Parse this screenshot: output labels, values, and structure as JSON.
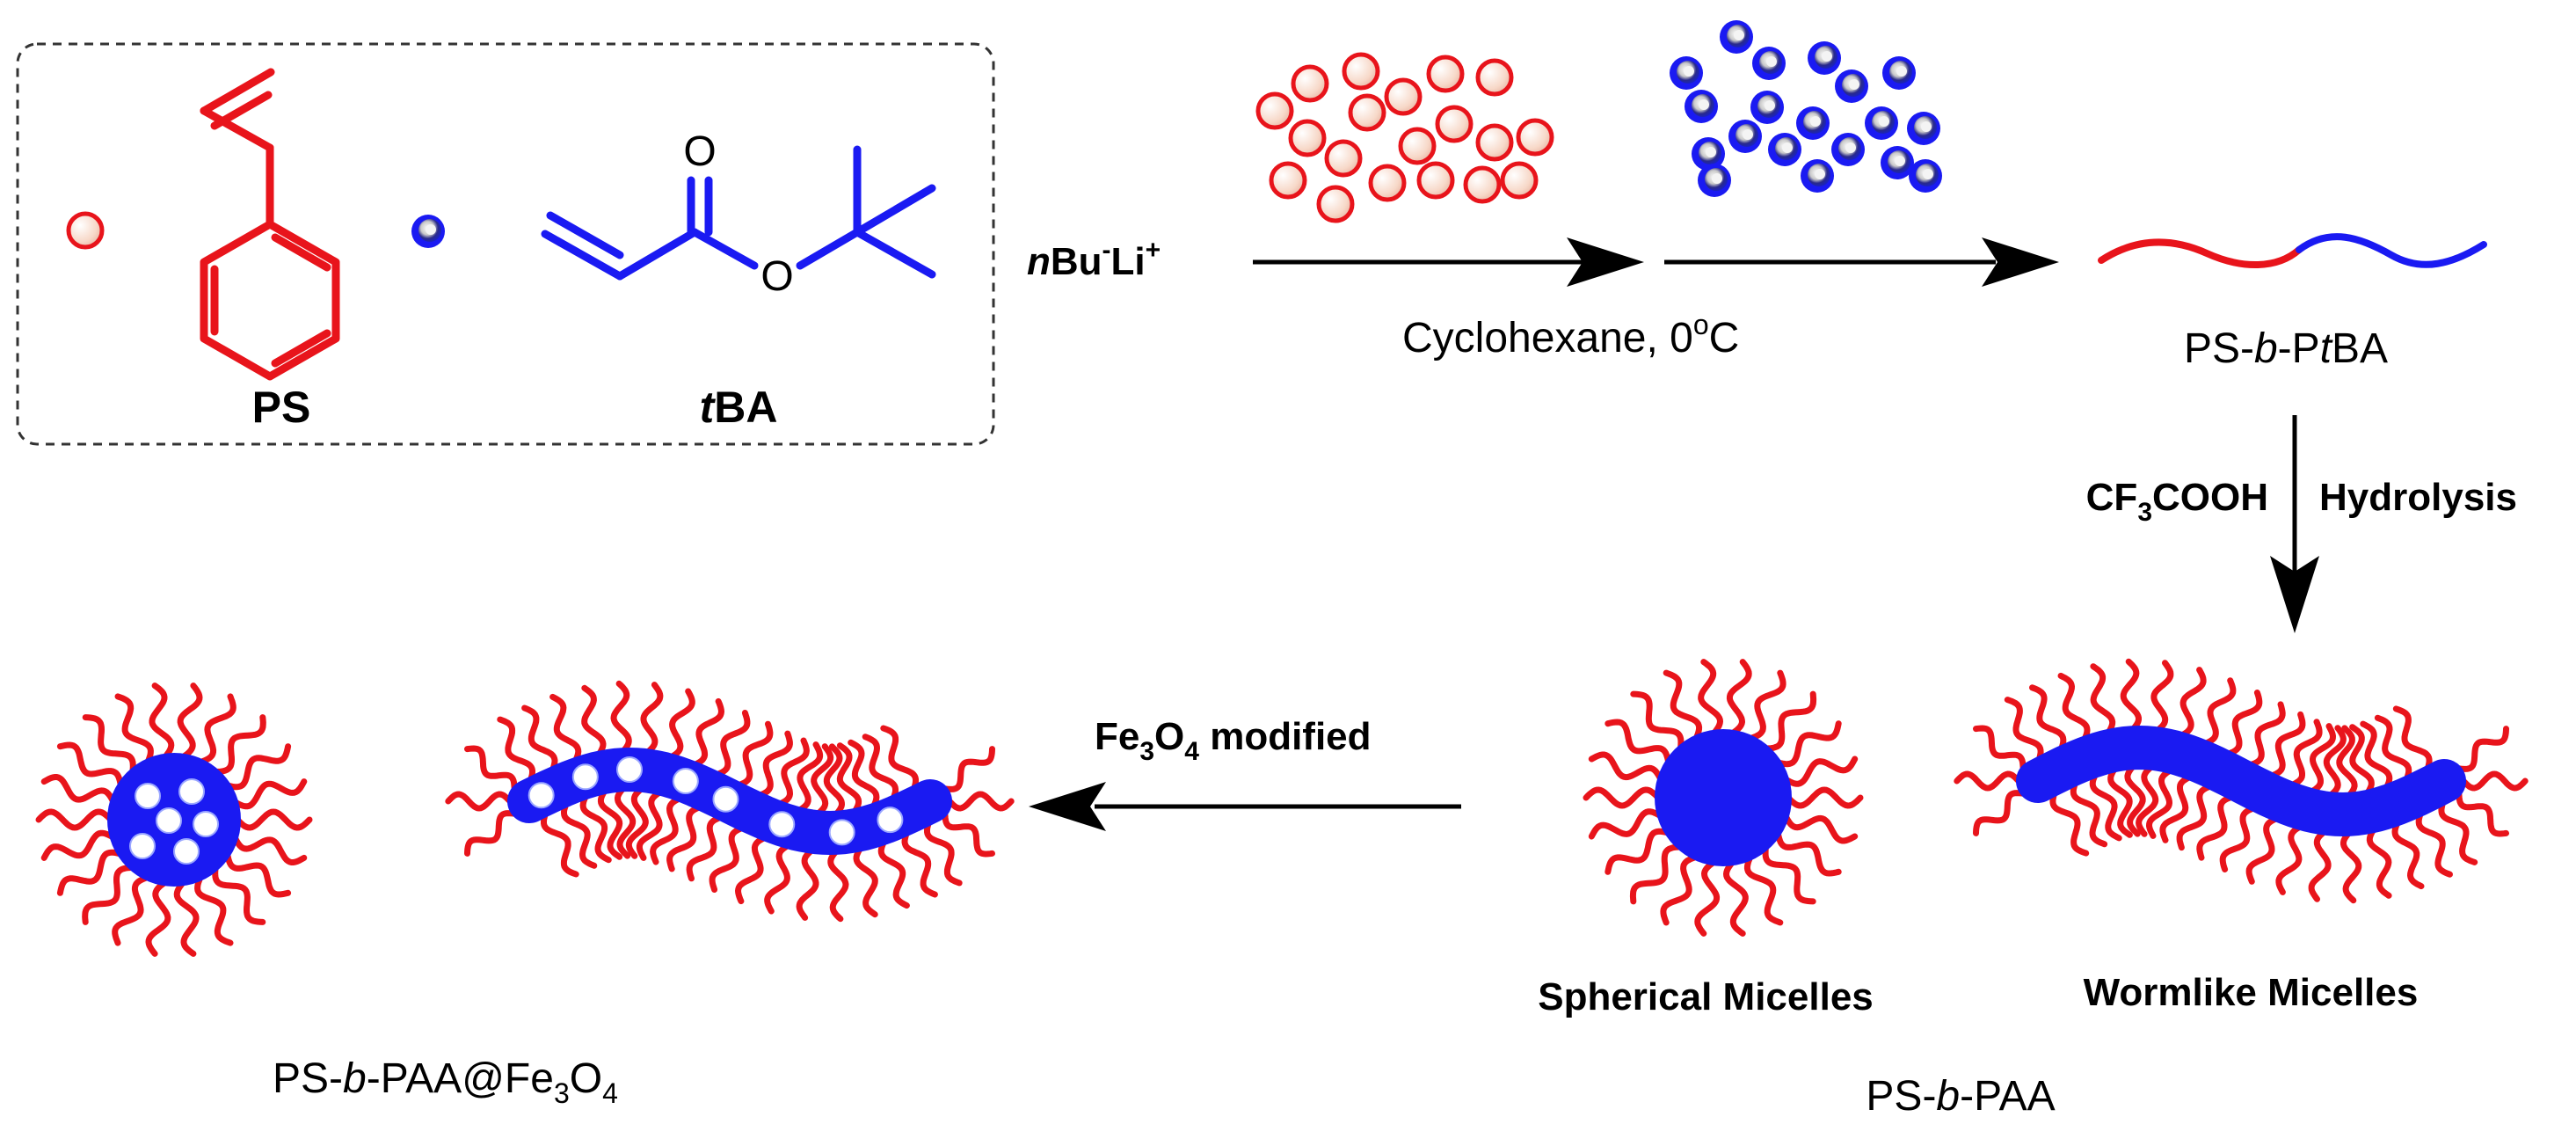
{
  "colors": {
    "red": "#e8141b",
    "blue": "#1a1af2",
    "black": "#000000",
    "bead_red_fill": "#fbe6dc",
    "bead_blue_fill": "#1722c9",
    "white": "#ffffff"
  },
  "monomers": {
    "ps_label": "PS",
    "tba_prefix": "t",
    "tba_suffix": "BA",
    "o_atom": "O"
  },
  "initiator": {
    "n": "n",
    "bu": "Bu",
    "minus": "-",
    "li": "Li",
    "plus": "+"
  },
  "reaction": {
    "solvent": "Cyclohexane, 0",
    "degree": "o",
    "celsius": "C"
  },
  "copolymer": {
    "ps": "PS-",
    "b": "b",
    "ptba_p": "-P",
    "t": "t",
    "ba": "BA"
  },
  "hydrolysis": {
    "cf": "CF",
    "three": "3",
    "cooh": "COOH",
    "label": "Hydrolysis"
  },
  "fe_modified": {
    "fe": "Fe",
    "three": "3",
    "o": "O",
    "four": "4",
    "rest": " modified"
  },
  "micelles": {
    "spherical": "Spherical Micelles",
    "wormlike": "Wormlike Micelles"
  },
  "paa": {
    "ps": "PS-",
    "b": "b",
    "rest": "-PAA"
  },
  "product": {
    "ps": "PS-",
    "b": "b",
    "paa": "-PAA@Fe",
    "three": "3",
    "o": "O",
    "four": "4"
  }
}
